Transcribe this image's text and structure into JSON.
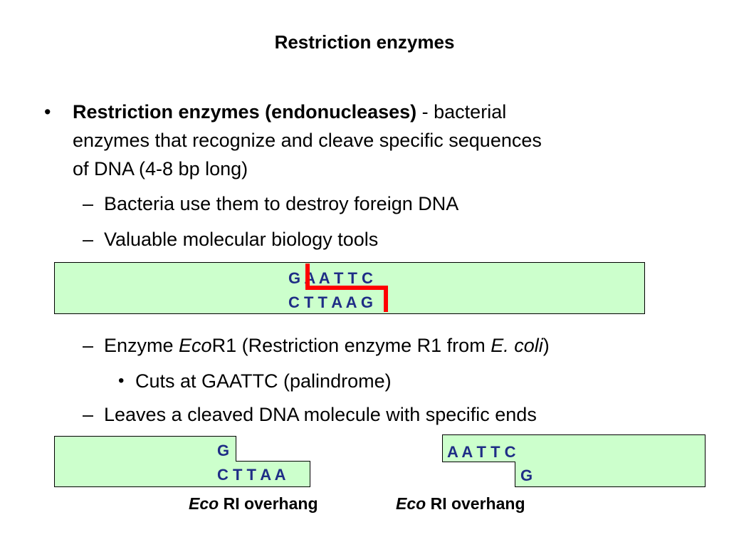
{
  "slide": {
    "title": "Restriction enzymes",
    "bullet1": {
      "marker": "•",
      "bold_term": "Restriction enzymes (endonucleases)",
      "rest_line1": " - bacterial",
      "line2": "enzymes that recognize and cleave specific sequences",
      "line3": "of DNA (4-8 bp long)"
    },
    "sub1": {
      "dash": "–",
      "text": "Bacteria use them to destroy foreign DNA"
    },
    "sub2": {
      "dash": "–",
      "text": " Valuable molecular biology tools"
    },
    "diagram_top": {
      "top_strand": "G A A T T C",
      "bottom_strand": "C T T A A G"
    },
    "sub3": {
      "dash": "–",
      "pre": "Enzyme ",
      "eco_italic": "Eco",
      "mid": "R1 (Restriction enzyme R1 from ",
      "ecoli_italic": "E. coli",
      "post": ")"
    },
    "subsub1": {
      "marker": "•",
      "text": "Cuts at GAATTC (palindrome)"
    },
    "sub4": {
      "dash": "–",
      "text": "Leaves a cleaved DNA molecule with specific ends"
    },
    "left_fragment": {
      "top": "G",
      "bottom": "C T T A A"
    },
    "right_fragment": {
      "top": "A A T T C",
      "bottom": "G"
    },
    "left_caption": {
      "italic": "Eco",
      "rest": " RI overhang"
    },
    "right_caption": {
      "italic": "Eco",
      "rest": " RI overhang"
    },
    "colors": {
      "dna_box": "#ccffcc",
      "sequence_text": "#1f2d86",
      "cut_line": "#ff0000"
    }
  }
}
